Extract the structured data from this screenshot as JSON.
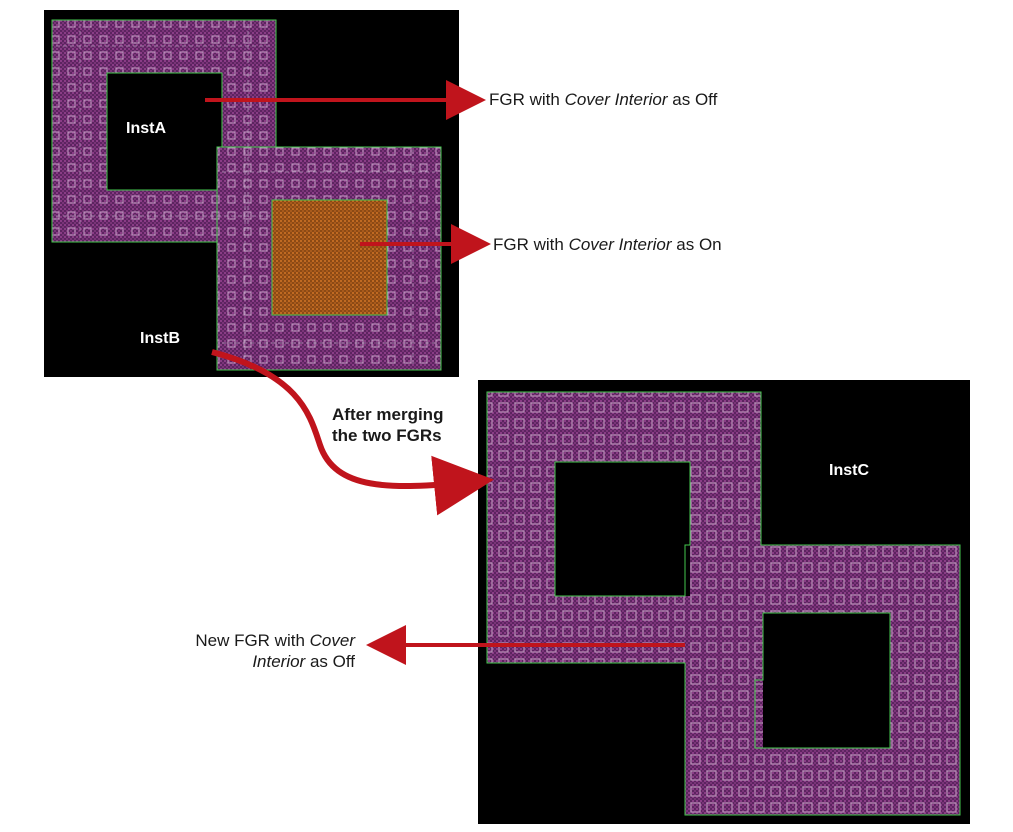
{
  "colors": {
    "panel_bg": "#000000",
    "fgr_fill": "#6a2a6a",
    "fgr_outline": "#45c84e",
    "cover_fill": "#a85a1c",
    "arrow": "#c0141c",
    "label_text": "#ffffff",
    "annotation_text": "#1a1a1a"
  },
  "instances": {
    "inst_a": "InstA",
    "inst_b": "InstB",
    "inst_c": "InstC"
  },
  "annotations": {
    "fgr_off": {
      "prefix": "FGR with ",
      "emph": "Cover Interior",
      "suffix": " as Off"
    },
    "fgr_on": {
      "prefix": "FGR with ",
      "emph": "Cover Interior",
      "suffix": " as On"
    },
    "merge_line1": "After merging",
    "merge_line2": "the two FGRs",
    "new_fgr_line1_prefix": "New FGR with ",
    "new_fgr_line1_emph": "Cover",
    "new_fgr_line2_emph": "Interior",
    "new_fgr_line2_suffix": " as Off"
  }
}
